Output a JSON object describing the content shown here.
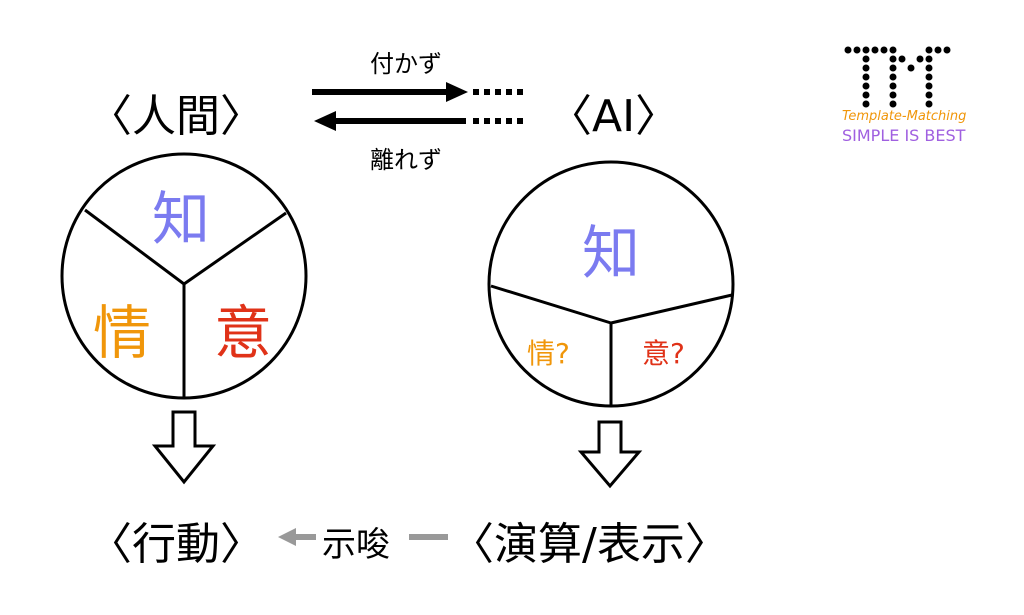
{
  "logo": {
    "mark": "TM",
    "line1": "Template-Matching",
    "line2": "SIMPLE IS BEST"
  },
  "human": {
    "label": "〈人間〉",
    "chi": "知",
    "jou": "情",
    "i": "意"
  },
  "ai": {
    "label": "〈AI〉",
    "chi": "知",
    "jou": "情?",
    "i": "意?"
  },
  "relation": {
    "top": "付かず",
    "bottom": "離れず"
  },
  "outputs": {
    "human": "〈行動〉",
    "ai": "〈演算/表示〉",
    "link": "示唆"
  },
  "colors": {
    "chi": "#7b7bf0",
    "jou": "#f0960a",
    "i": "#e03218",
    "arrow_gray": "#999999",
    "logo_line1": "#f0960a",
    "logo_line2": "#a060e0"
  }
}
